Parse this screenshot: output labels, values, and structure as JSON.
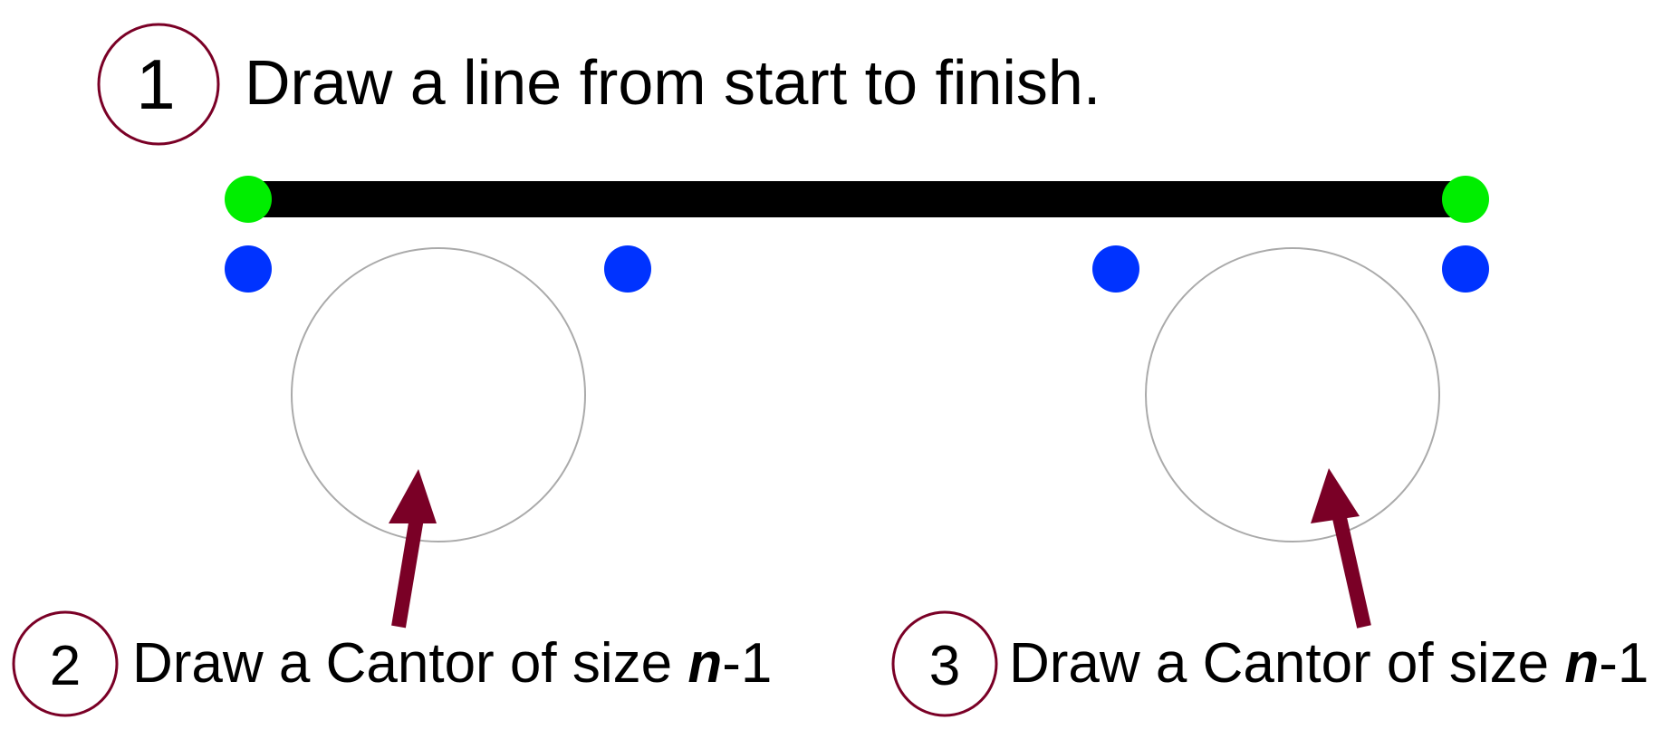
{
  "steps": [
    {
      "number": "1",
      "text": "Draw a line from start to finish."
    },
    {
      "number": "2",
      "text_before": "Draw a Cantor of size ",
      "text_italic": "n",
      "text_after": "-1"
    },
    {
      "number": "3",
      "text_before": "Draw a Cantor of size ",
      "text_italic": "n",
      "text_after": "-1"
    }
  ],
  "colors": {
    "line": "#000000",
    "endpoint": "#00ee00",
    "subpoint": "#0033ff",
    "arrow": "#7a0026",
    "step_circle": "#7a0026",
    "placeholder_circle": "#aaaaaa"
  }
}
